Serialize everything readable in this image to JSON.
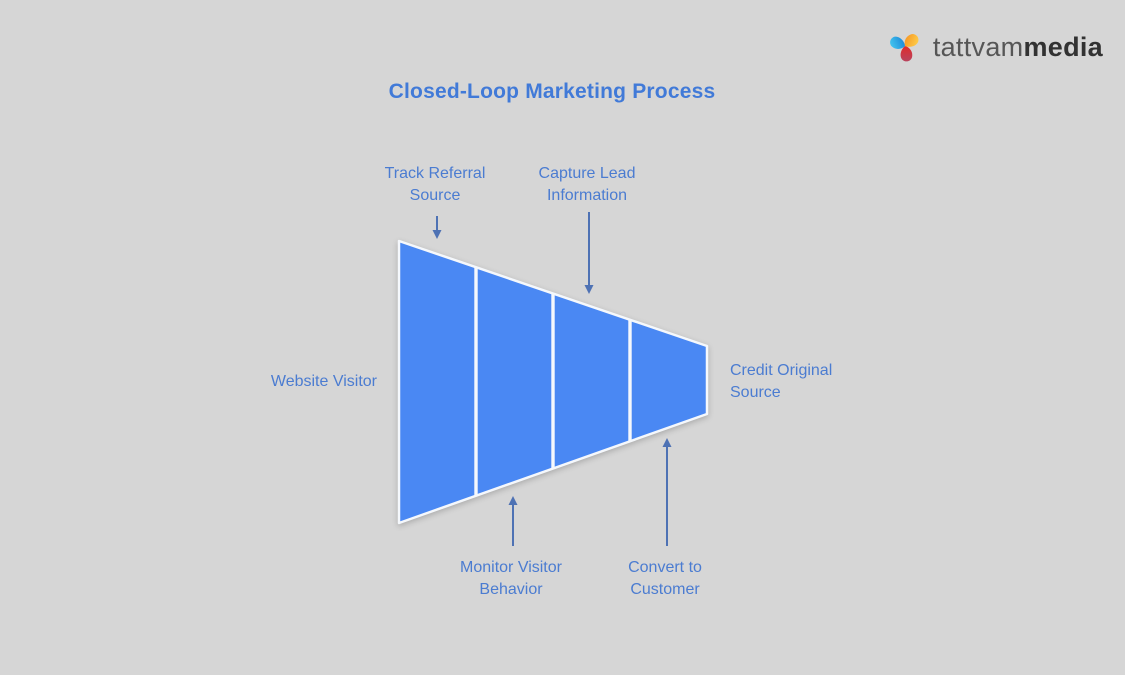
{
  "title": "Closed-Loop Marketing Process",
  "logo": {
    "icon": "trefoil-petals-icon",
    "name_light": "tattvam",
    "name_bold": "media"
  },
  "diagram": {
    "type": "horizontal-funnel",
    "stage_count": 4,
    "annotations": {
      "left": "Website Visitor",
      "top": [
        {
          "label": "Track Referral\nSource",
          "arrow": "down"
        },
        {
          "label": "Capture Lead\nInformation",
          "arrow": "down"
        }
      ],
      "bottom": [
        {
          "label": "Monitor Visitor\nBehavior",
          "arrow": "up"
        },
        {
          "label": "Convert to\nCustomer",
          "arrow": "up"
        }
      ],
      "right": "Credit Original\nSource"
    }
  },
  "colors": {
    "background": "#d6d6d6",
    "funnel_fill": "#4a88f3",
    "funnel_outline": "#f5f8fc",
    "title_text": "#417ad8",
    "label_text": "#4b7cd1",
    "arrow": "#4e72b4",
    "logo_blue": "#2aa8e0",
    "logo_orange": "#f9a825",
    "logo_red": "#d9302f"
  }
}
